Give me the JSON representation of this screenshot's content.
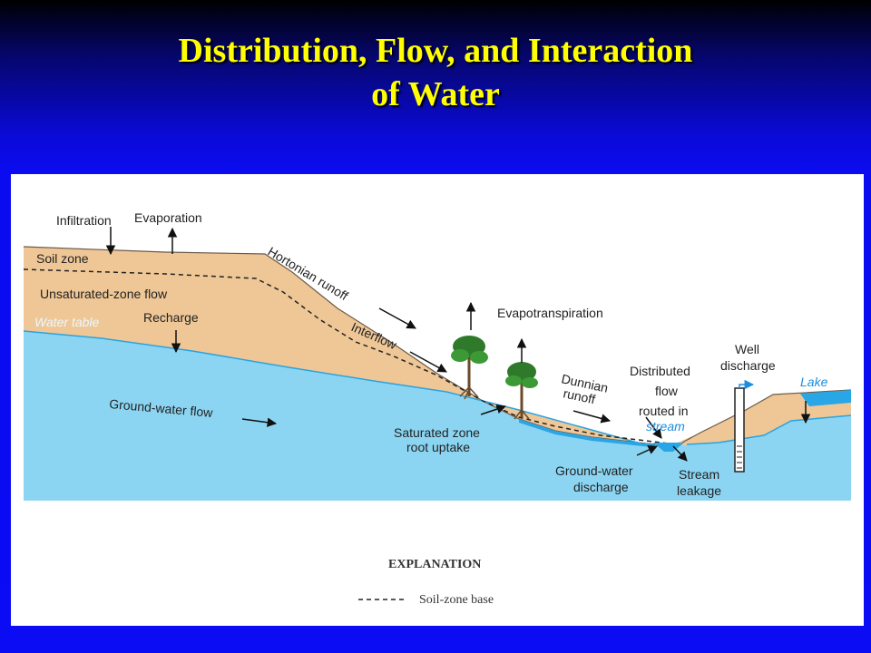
{
  "slide": {
    "title_line1": "Distribution, Flow, and Interaction",
    "title_line2": "of Water"
  },
  "colors": {
    "title": "#ffff00",
    "background": "#0b0bf0",
    "soil": "#efc796",
    "groundwater": "#8cd5f2",
    "water_table_line": "#2aa3e0",
    "surface_water": "#28a6e6"
  },
  "diagram": {
    "labels": {
      "infiltration": "Infiltration",
      "evaporation": "Evaporation",
      "soil_zone": "Soil zone",
      "unsaturated_zone_flow": "Unsaturated-zone flow",
      "water_table": "Water table",
      "recharge": "Recharge",
      "hortonian_runoff": "Hortonian runoff",
      "interflow": "Interflow",
      "evapotranspiration": "Evapotranspiration",
      "ground_water_flow": "Ground-water flow",
      "saturated_zone_1": "Saturated zone",
      "saturated_zone_2": "root uptake",
      "dunnian_1": "Dunnian",
      "dunnian_2": "runoff",
      "distributed_1": "Distributed",
      "distributed_2": "flow",
      "distributed_3": "routed in",
      "distributed_4": "stream",
      "well_1": "Well",
      "well_2": "discharge",
      "lake": "Lake",
      "gw_discharge_1": "Ground-water",
      "gw_discharge_2": "discharge",
      "stream_leakage_1": "Stream",
      "stream_leakage_2": "leakage"
    },
    "explanation": {
      "heading": "EXPLANATION",
      "item": "Soil-zone base"
    }
  }
}
